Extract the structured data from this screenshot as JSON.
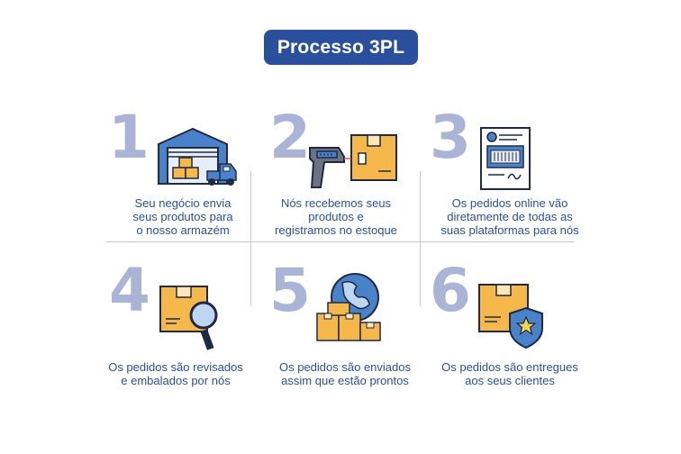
{
  "title": "Processo 3PL",
  "colors": {
    "brand": "#2a4f9c",
    "number": "#a9b4d6",
    "box": "#f7b84b",
    "icon_blue": "#4a82c9",
    "outline": "#1f2a44"
  },
  "steps": [
    {
      "number": "1",
      "icon": "warehouse-truck-icon",
      "lines": [
        "Seu negócio envia",
        "seus produtos para",
        "o nosso armazém"
      ]
    },
    {
      "number": "2",
      "icon": "barcode-scanner-box-icon",
      "lines": [
        "Nós recebemos seus",
        "produtos e",
        "registramos no estoque"
      ]
    },
    {
      "number": "3",
      "icon": "online-order-document-icon",
      "lines": [
        "Os pedidos online vão",
        "diretamente de todas as",
        "suas plataformas para nós"
      ]
    },
    {
      "number": "4",
      "icon": "box-magnifier-icon",
      "lines": [
        "Os pedidos são revisados",
        "e embalados por nós"
      ]
    },
    {
      "number": "5",
      "icon": "globe-boxes-icon",
      "lines": [
        "Os pedidos são enviados",
        "assim que estão prontos"
      ]
    },
    {
      "number": "6",
      "icon": "box-shield-icon",
      "lines": [
        "Os pedidos são entregues",
        "aos seus clientes"
      ]
    }
  ]
}
